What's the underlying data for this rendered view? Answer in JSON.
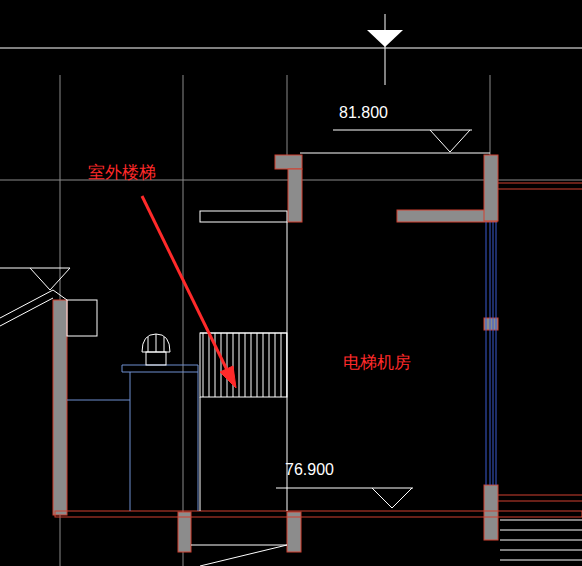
{
  "diagram": {
    "labels": [
      "室外楼梯",
      "81.800",
      "76.900",
      "电梯机房"
    ]
  }
}
